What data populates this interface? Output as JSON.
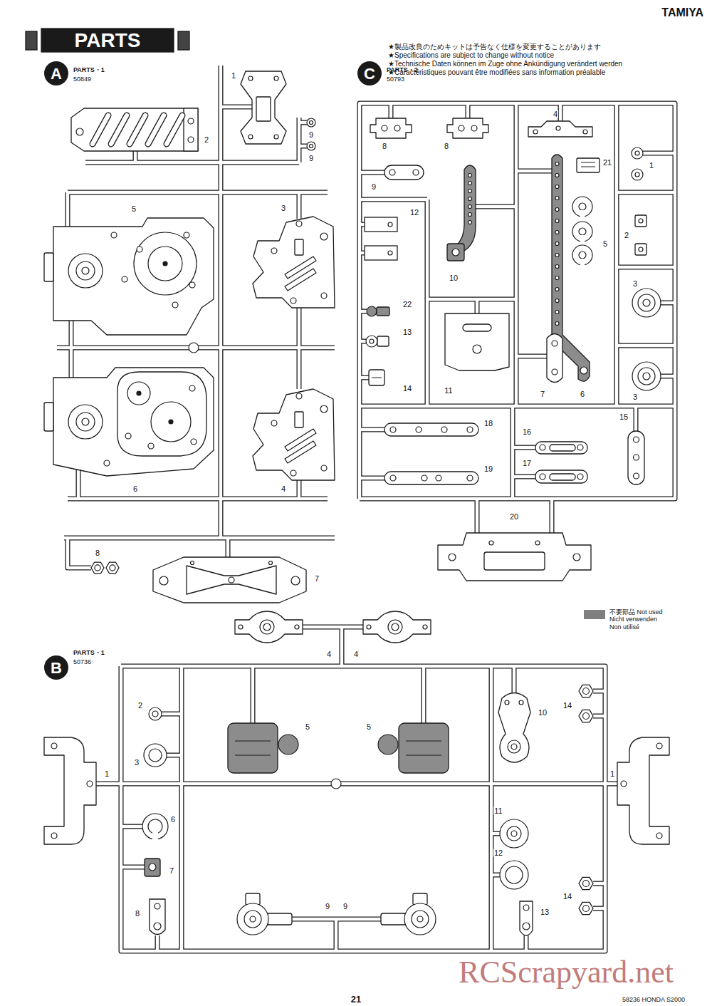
{
  "diagram": {
    "title": "PARTS",
    "labels": [
      "TAMIYA",
      "★製品改良のためキットは予告なく仕様を変更することがあります",
      "★Specifications are subject to change without notice",
      "★Technische Daten können im Zuge ohne Ankündigung verändert werden",
      "★Caractéristiques pouvant être modifiées sans information préalable",
      "A",
      "PARTS・1",
      "50849",
      "1",
      "2",
      "9",
      "9",
      "5",
      "3",
      "6",
      "4",
      "8",
      "7",
      "C",
      "PARTS・2",
      "50793",
      "8",
      "8",
      "4",
      "21",
      "1",
      "9",
      "12",
      "10",
      "5",
      "2",
      "22",
      "13",
      "14",
      "11",
      "7",
      "6",
      "3",
      "3",
      "18",
      "16",
      "15",
      "19",
      "17",
      "20",
      "B",
      "PARTS・1",
      "50736",
      "4",
      "4",
      "2",
      "5",
      "5",
      "10",
      "14",
      "3",
      "1",
      "1",
      "6",
      "11",
      "7",
      "12",
      "8",
      "9",
      "9",
      "13",
      "14",
      "21",
      "58236 HONDA S2000",
      "RCScrapyard.net"
    ],
    "legend": [
      {
        "text": "不要部品 Not used Nicht verwenden Non utilisé",
        "color": "#7f7f7f"
      }
    ]
  }
}
